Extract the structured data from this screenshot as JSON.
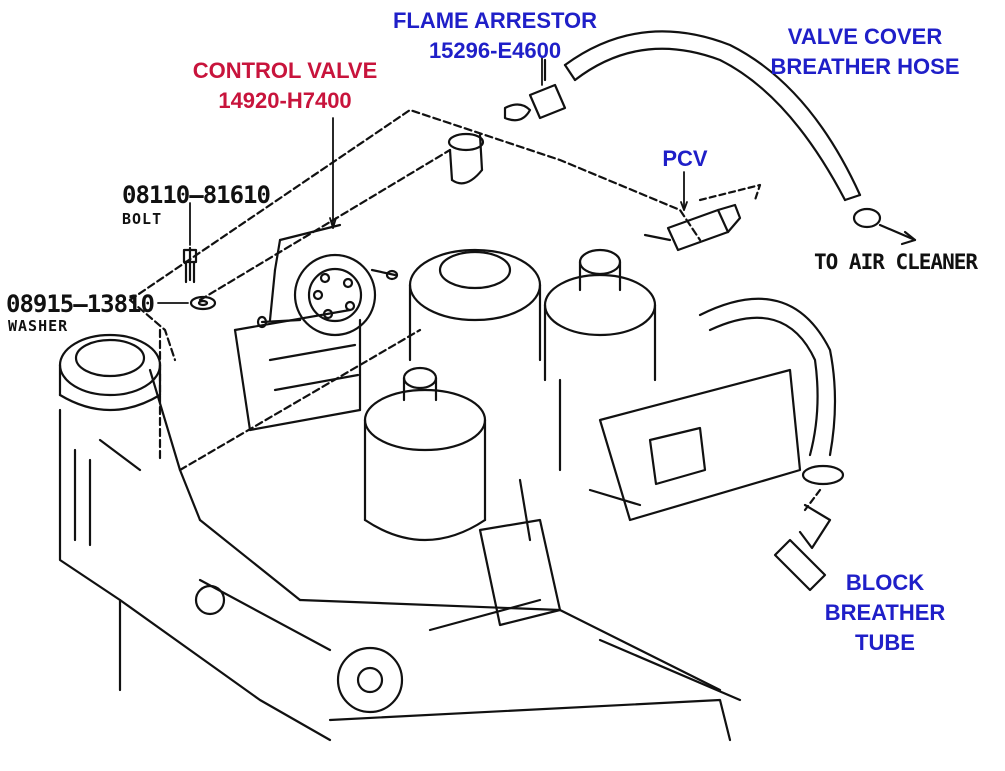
{
  "callouts": {
    "flame_arrestor": {
      "name": "FLAME ARRESTOR",
      "part": "15296-E4600"
    },
    "control_valve": {
      "name": "CONTROL VALVE",
      "part": "14920-H7400"
    },
    "valve_cover_hose": {
      "line1": "VALVE COVER",
      "line2": "BREATHER HOSE"
    },
    "pcv": {
      "name": "PCV"
    },
    "block_breather": {
      "line1": "BLOCK",
      "line2": "BREATHER",
      "line3": "TUBE"
    }
  },
  "parts": {
    "bolt": {
      "number": "08110–81610",
      "label": "BOLT"
    },
    "washer": {
      "number": "08915–13810",
      "label": "WASHER"
    }
  },
  "to_air_cleaner": "TO AIR CLEANER",
  "colors": {
    "callout_blue": "#1f1fc8",
    "callout_red": "#c8143c",
    "line_art": "#111111"
  }
}
